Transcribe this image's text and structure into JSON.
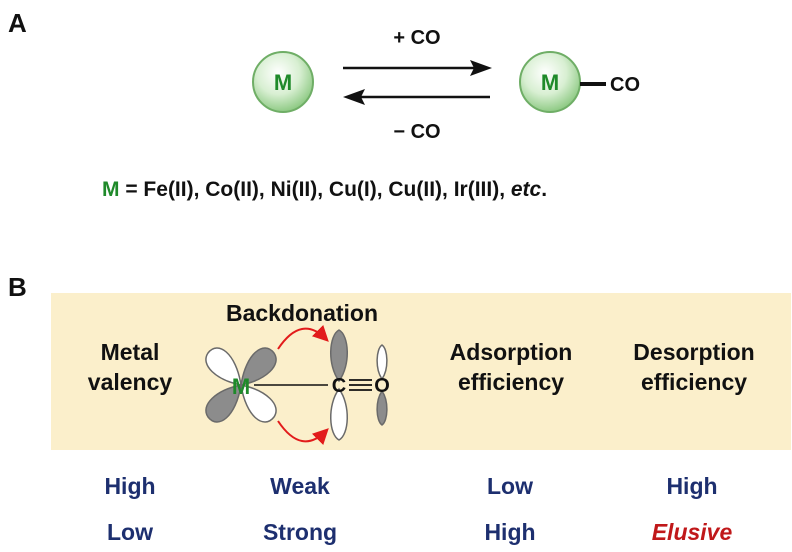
{
  "panel_a": {
    "label": "A",
    "metal_symbol": "M",
    "forward_label": "+ CO",
    "reverse_label": "− CO",
    "product_ligand": "CO",
    "metal_list_symbol": "M",
    "metal_list_rest": " = Fe(II), Co(II), Ni(II), Cu(I), Cu(II), Ir(III), ",
    "metal_list_etc": "etc",
    "metal_list_end": "."
  },
  "panel_b": {
    "label": "B",
    "backdonation_title": "Backdonation",
    "metal_symbol": "M",
    "carbon": "C",
    "oxygen": "O",
    "headers": {
      "metal_valency": [
        "Metal",
        "valency"
      ],
      "adsorption": [
        "Adsorption",
        "efficiency"
      ],
      "desorption": [
        "Desorption",
        "efficiency"
      ]
    },
    "rows": [
      {
        "valency": "High",
        "backdonation": "Weak",
        "adsorption": "Low",
        "desorption": "High"
      },
      {
        "valency": "Low",
        "backdonation": "Strong",
        "adsorption": "High",
        "desorption": "Elusive"
      }
    ]
  },
  "colors": {
    "metal_green": "#1f8a2a",
    "value_navy": "#1d2f6f",
    "elusive_red": "#c0181a",
    "band_fill": "#fbefcb",
    "arrow_red": "#e21b1b"
  }
}
